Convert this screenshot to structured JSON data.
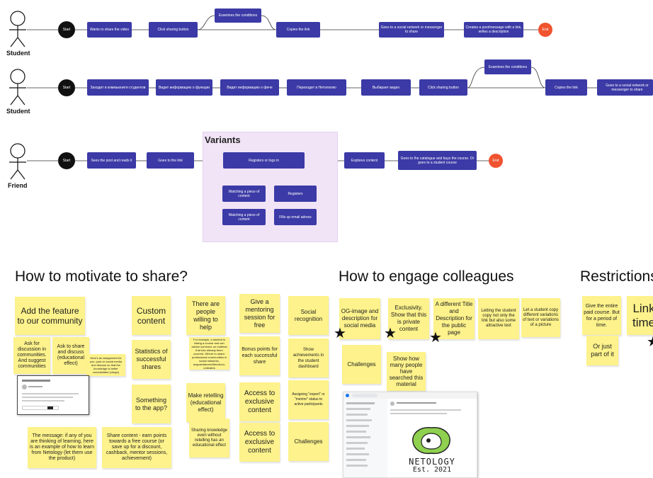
{
  "flow1": {
    "actor": "Student",
    "start": "Start",
    "end": "End",
    "steps": [
      "Wants to share the video",
      "Click sharing button",
      "Examines the conditions",
      "Copies the link",
      "Goes to a social network or messenger to share",
      "Creates a post/message with a link, writes a description"
    ]
  },
  "flow2": {
    "actor": "Student",
    "start": "Start",
    "steps": [
      "Заходит в коммьюнити студентов",
      "Видит информацию о функции",
      "Видит информацию о фиче",
      "Переходит в Нетологию",
      "Выбирает видео",
      "Click sharing button",
      "Examines the conditions",
      "Copies the link",
      "Goes to a social network or messenger to share"
    ]
  },
  "flow3": {
    "actor": "Friend",
    "start": "Start",
    "end": "End",
    "variants_title": "Variants",
    "steps": [
      "Sees the post and reads it",
      "Goes to the link",
      "Registers or logs in",
      "Watching a piece of content",
      "Registers",
      "Watching a piece of content",
      "Fills up email adress",
      "Explores content",
      "Goes to the catalogue and buys the course. Or goes to a student course"
    ]
  },
  "sections": {
    "motivate_title": "How to motivate to share?",
    "engage_title": "How to engage colleagues",
    "restrictions_title": "Restrictions"
  },
  "motivate_notes": [
    "Add the feature to our community",
    "Ask for discussion in communities. And suggest communities",
    "Ask to share and discuss (educational effect)",
    "Here's an assignment for you: post on social media and discuss so that the knowledge is better consolidated (cringe)",
    "The message: if any of you are thinking of learning, here is an example of how to learn from Netology (let them use the product)",
    "Share content - earn points towards a free course (or save up for a discount, cashback, mentor sessions, achievement)",
    "Custom content",
    "Statistics of successful shares",
    "Something to the app?",
    "There are people willing to help",
    "For example, a student is taking a course and can advise someone on material that has already been covered. Where to share: professional communities in social networks, acquaintances/friends/co-ordinates",
    "Make retelling (educational effect)",
    "Sharing knowledge even without retelling has an educational effect",
    "Give a mentoring session for free",
    "Bonus points for each successful share",
    "Access to exclusive content",
    "Access to exclusive content",
    "Social recognition",
    "Show achievements in the student dashboard",
    "Assigning \"expert\" or \"mentor\" status to active participants",
    "Challenges"
  ],
  "engage_notes": [
    "OG-image and description for social media",
    "Exclusivity. Show that this is private content",
    "A different Title and Description for the public page",
    "Letting the student copy not only the link but also some attractive text",
    "Let a student copy different variations of text or variations of a picture",
    "Challenges",
    "Show how many people have searched this material"
  ],
  "restriction_notes": [
    "Give the entire paid course. But for a period of time.",
    "Or just part of it",
    "Link time"
  ],
  "screenshot": {
    "logo_text": "NETOLOGY",
    "logo_sub": "Est. 2021"
  }
}
